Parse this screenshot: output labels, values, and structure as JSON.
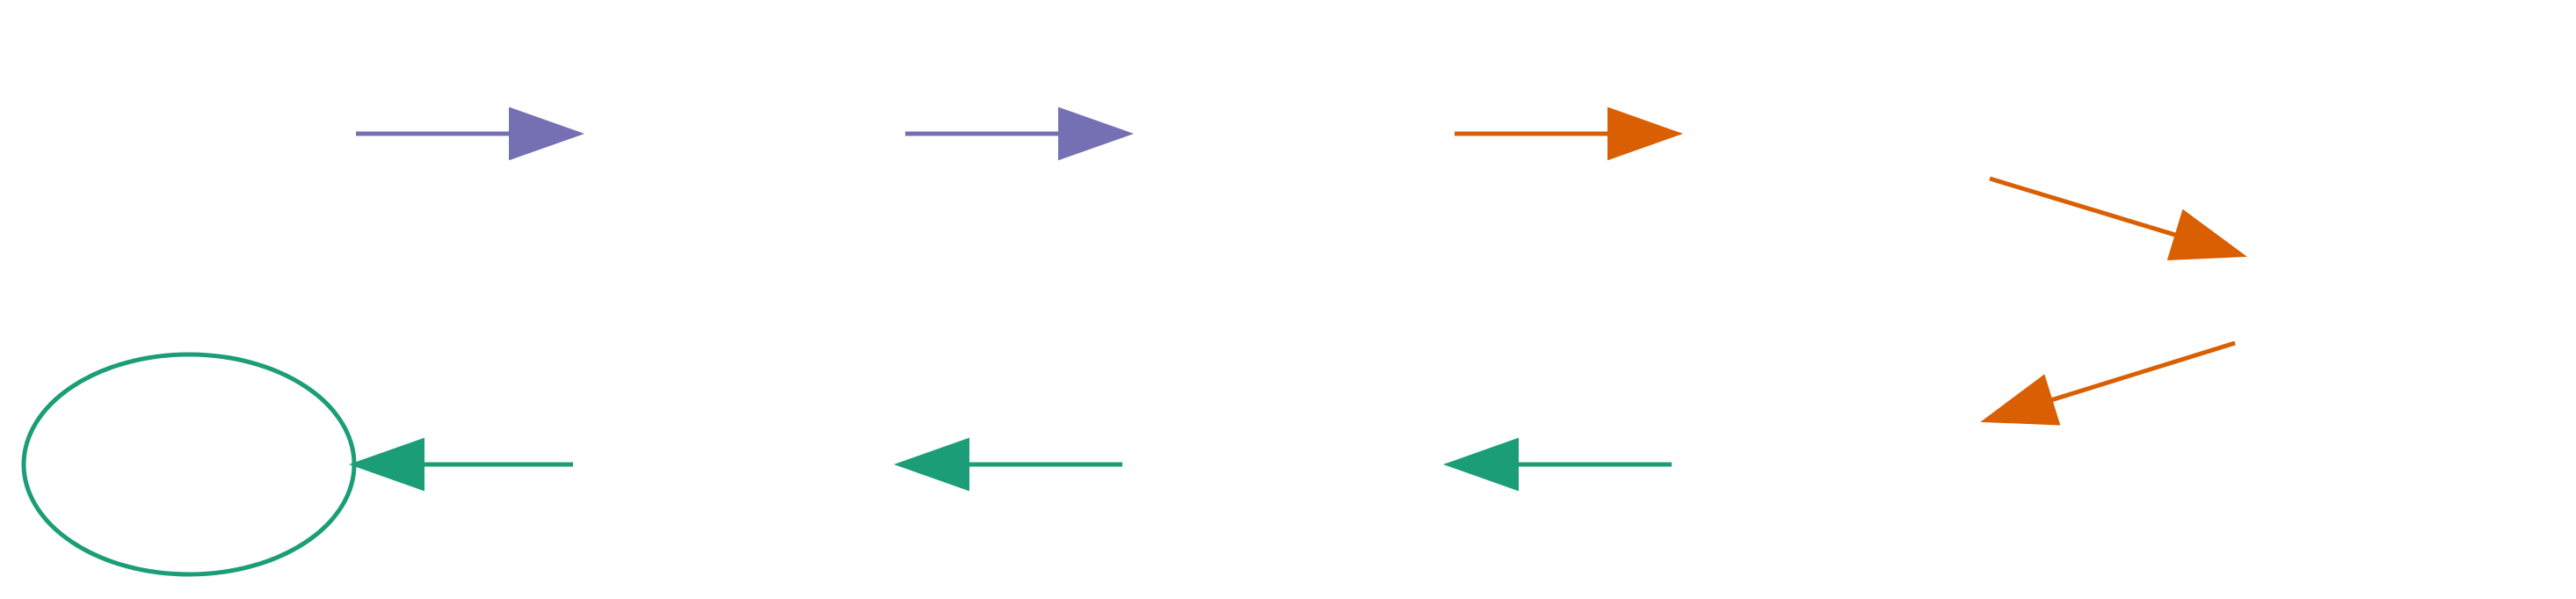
{
  "diagram": {
    "colors": {
      "purple": "#7570b3",
      "orange": "#d95f02",
      "green": "#1b9e77"
    },
    "nodes": [
      {
        "id": "n0",
        "shape": "none",
        "label": ""
      },
      {
        "id": "n1",
        "shape": "none",
        "label": ""
      },
      {
        "id": "n2",
        "shape": "none",
        "label": ""
      },
      {
        "id": "n3",
        "shape": "none",
        "label": ""
      },
      {
        "id": "n4",
        "shape": "none",
        "label": ""
      },
      {
        "id": "n5",
        "shape": "none",
        "label": ""
      },
      {
        "id": "n6",
        "shape": "none",
        "label": ""
      },
      {
        "id": "n7",
        "shape": "none",
        "label": ""
      },
      {
        "id": "n8",
        "shape": "ellipse",
        "label": "",
        "color": "green"
      }
    ],
    "edges": [
      {
        "from": "n0",
        "to": "n1",
        "color": "purple"
      },
      {
        "from": "n1",
        "to": "n2",
        "color": "purple"
      },
      {
        "from": "n2",
        "to": "n3",
        "color": "orange"
      },
      {
        "from": "n3",
        "to": "n4",
        "color": "orange"
      },
      {
        "from": "n4",
        "to": "n5",
        "color": "orange"
      },
      {
        "from": "n5",
        "to": "n6",
        "color": "green"
      },
      {
        "from": "n6",
        "to": "n7",
        "color": "green"
      },
      {
        "from": "n7",
        "to": "n8",
        "color": "green"
      }
    ]
  }
}
